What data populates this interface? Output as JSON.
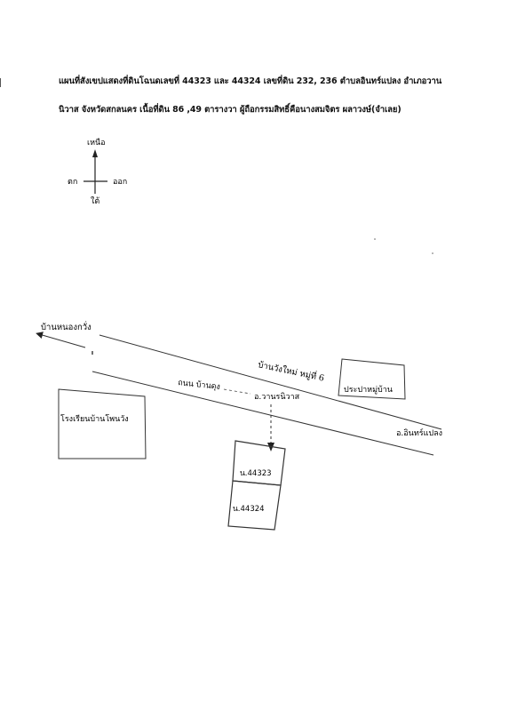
{
  "header": {
    "line1": "แผนที่สังเขปแสดงที่ดินโฉนดเลขที่ 44323 และ 44324 เลขที่ดิน 232, 236  ตำบลอินทร์แปลง อำเภอวาน",
    "line2": "นิวาส จังหวัดสกลนคร เนื้อที่ดิน 86  ,49 ตารางวา ผู้ถือกรรมสิทธิ์คือนางสมจิตร ผลาวงษ์(จำเลย)"
  },
  "compass": {
    "north": "เหนือ",
    "south": "ใต้",
    "west": "ตก",
    "east": "ออก"
  },
  "map": {
    "to_west": "บ้านหนองกวั่ง",
    "village": "บ้านวังใหม่ หมู่ที่ 6",
    "road_label": "ถนน บ้านดุง",
    "road_from": "อ.วานรนิวาส",
    "road_to": "อ.อินทร์แปลง",
    "school": "โรงเรียนบ้านโพนวัง",
    "water_supply": "ประปาหมู่บ้าน",
    "plot_1": "น.44323",
    "plot_2": "น.44324"
  }
}
